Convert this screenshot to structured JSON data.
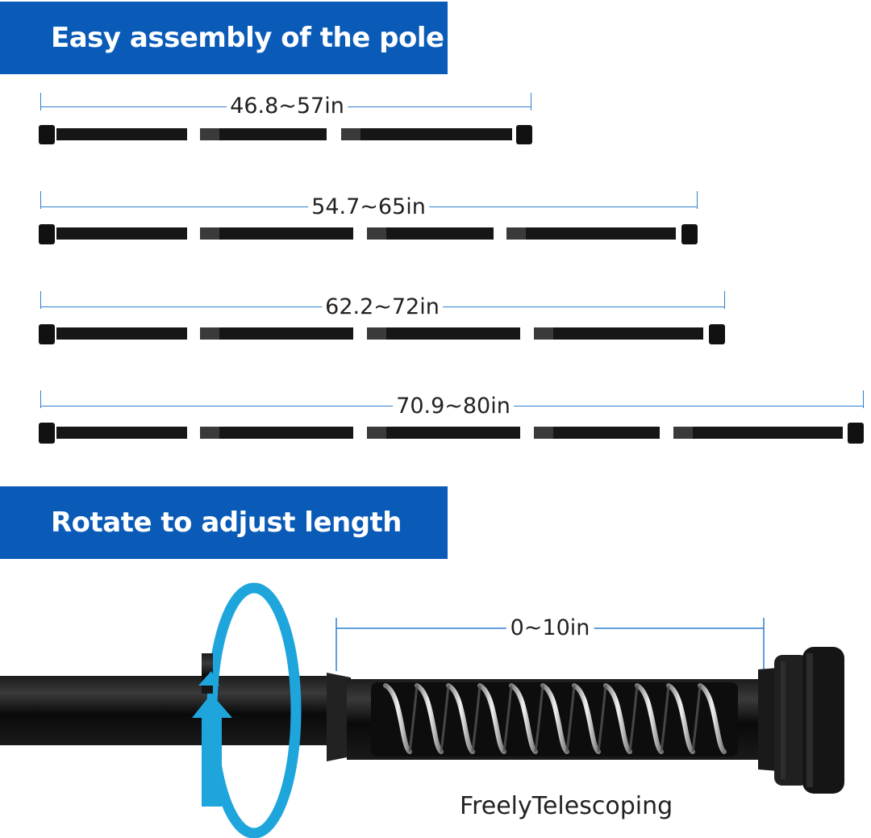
{
  "headers": {
    "assembly": "Easy assembly of the pole",
    "rotate": "Rotate to adjust length"
  },
  "configurations": [
    {
      "label": "46.8~57in",
      "segments": 3
    },
    {
      "label": "54.7~65in",
      "segments": 4
    },
    {
      "label": "62.2~72in",
      "segments": 4
    },
    {
      "label": "70.9~80in",
      "segments": 5
    }
  ],
  "detail": {
    "range_label": "0~10in",
    "caption": "FreelyTelescoping"
  },
  "colors": {
    "banner": "#0a5bb8",
    "dimension_line": "#2f7fd0",
    "rotate_arrow": "#1ea6dc",
    "pole": "#111111"
  }
}
